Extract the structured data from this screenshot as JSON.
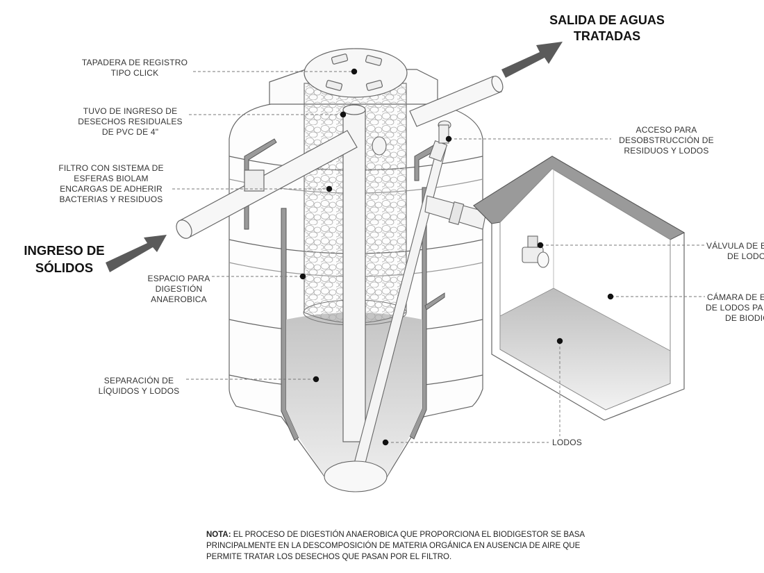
{
  "outlet_title": [
    "SALIDA DE AGUAS",
    "TRATADAS"
  ],
  "inlet_title": [
    "INGRESO DE",
    "SÓLIDOS"
  ],
  "labels": {
    "lid": [
      "TAPADERA DE REGISTRO",
      "TIPO CLICK"
    ],
    "inlet_pipe": [
      "TUVO DE INGRESO DE",
      "DESECHOS RESIDUALES",
      "DE PVC DE 4\""
    ],
    "filter": [
      "FILTRO CON SISTEMA DE",
      "ESFERAS BIOLAM",
      "ENCARGAS DE ADHERIR",
      "BACTERIAS Y RESIDUOS"
    ],
    "digestion": [
      "ESPACIO PARA",
      "DIGESTIÓN",
      "ANAEROBICA"
    ],
    "separation": [
      "SEPARACIÓN DE",
      "LÍQUIDOS Y LODOS"
    ],
    "access": [
      "ACCESO PARA",
      "DESOBSTRUCCIÓN DE",
      "RESIDUOS Y LODOS"
    ],
    "valve": [
      "VÁLVULA DE E",
      "DE LODO"
    ],
    "chamber": [
      "CÁMARA DE E",
      "DE LODOS PA",
      "DE BIODIG"
    ],
    "sludge": "LODOS"
  },
  "note": {
    "bold": "NOTA:",
    "text": " EL PROCESO DE DIGESTIÓN ANAEROBICA QUE PROPORCIONA EL BIODIGESTOR SE BASA PRINCIPALMENTE EN LA DESCOMPOSICIÓN DE MATERIA ORGÁNICA EN AUSENCIA DE AIRE QUE PERMITE TRATAR LOS DESECHOS QUE PASAN POR EL FILTRO."
  },
  "colors": {
    "line": "#555555",
    "wall": "#8a8a8a",
    "sludge": "#cfcfcf",
    "arrow": "#5a5a5a"
  }
}
